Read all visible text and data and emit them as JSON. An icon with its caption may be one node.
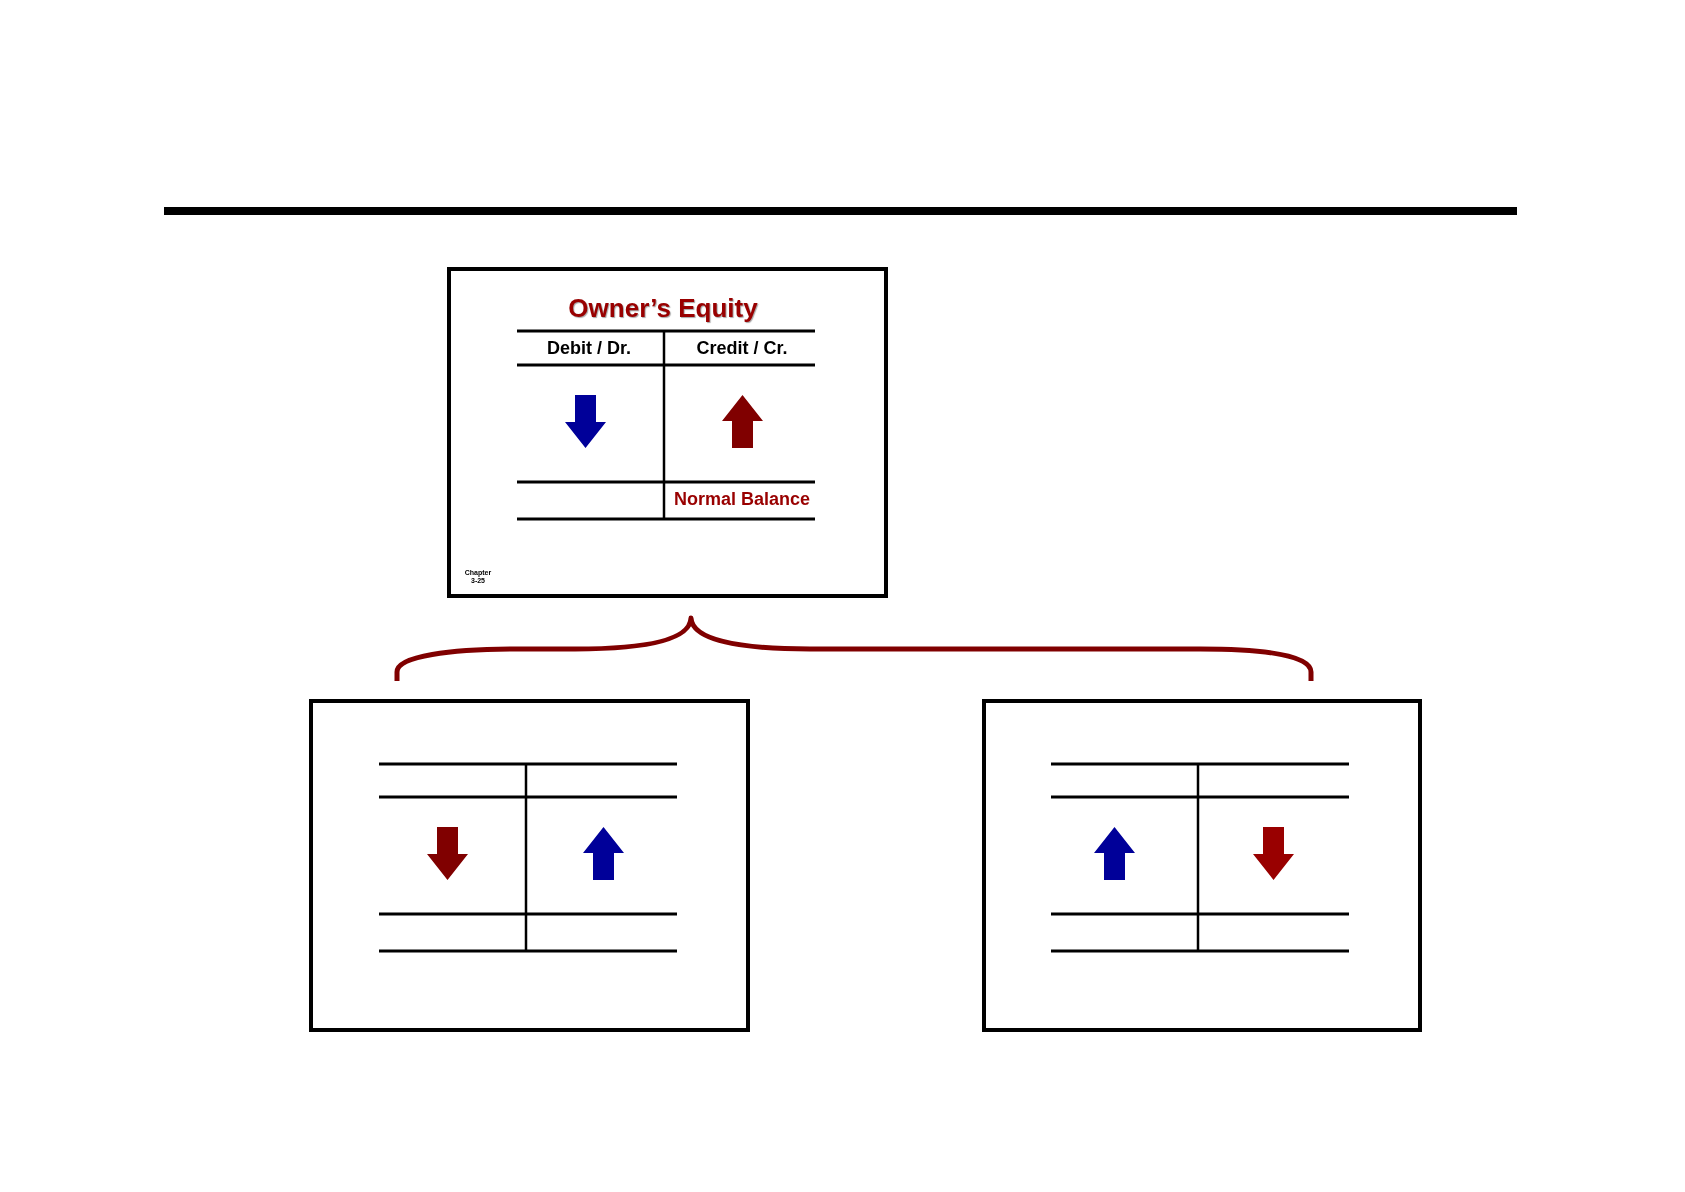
{
  "diagram": {
    "nodes": [
      {
        "text": [
          "Owner’s Equity",
          "Chapter 3-25"
        ]
      },
      {
        "text": [],
        "shape": "box"
      },
      {
        "text": [],
        "shape": "box"
      }
    ],
    "labels": [
      "Debit / Dr.",
      "Credit / Cr.",
      "Normal Balance"
    ]
  }
}
